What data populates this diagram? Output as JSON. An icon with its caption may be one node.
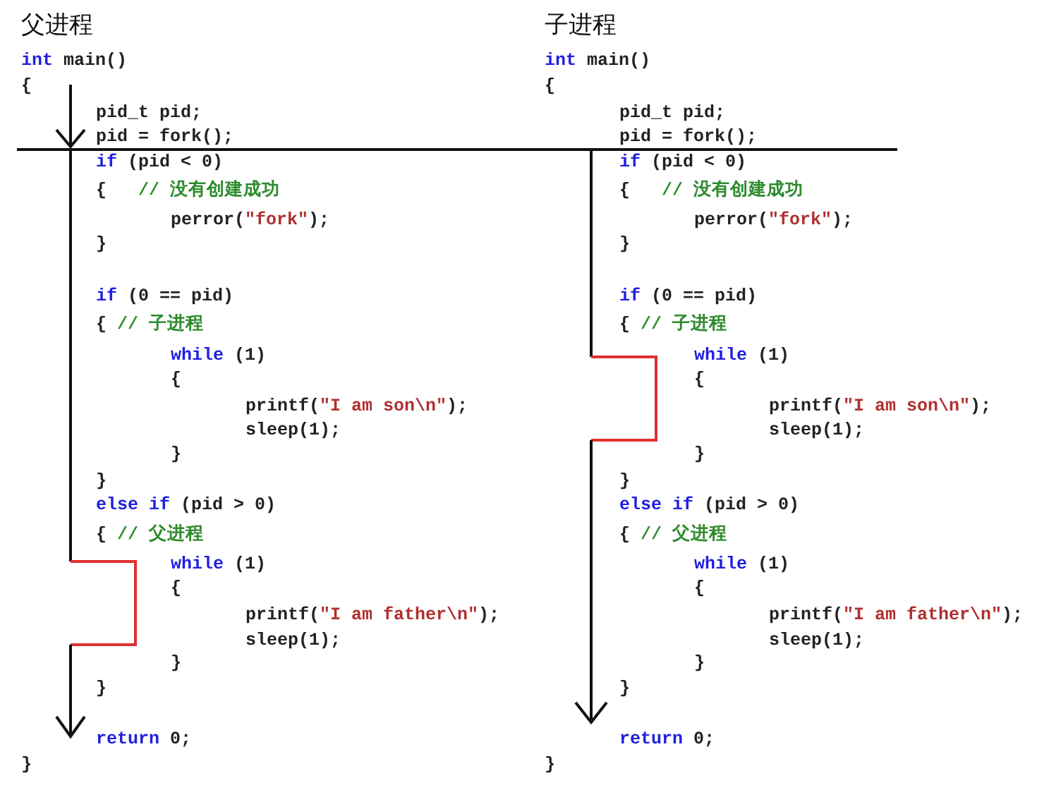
{
  "diagram": {
    "labels": [
      "父进程",
      "int main()",
      "{",
      "pid_t pid;",
      "pid = fork();",
      "if (pid < 0)",
      "{   // 没有创建成功",
      "perror(\"fork\");",
      "}",
      "if (0 == pid)",
      "{ // 子进程",
      "while (1)",
      "{",
      "printf(\"I am son\\n\");",
      "sleep(1);",
      "}",
      "}",
      "else if (pid > 0)",
      "{ // 父进程",
      "while (1)",
      "{",
      "printf(\"I am father\\n\");",
      "sleep(1);",
      "}",
      "}",
      "return 0;",
      "}",
      "子进程",
      "int main()",
      "{",
      "pid_t pid;",
      "pid = fork();",
      "if (pid < 0)",
      "{   // 没有创建成功",
      "perror(\"fork\");",
      "}",
      "if (0 == pid)",
      "{ // 子进程",
      "while (1)",
      "{",
      "printf(\"I am son\\n\");",
      "sleep(1);",
      "}",
      "}",
      "else if (pid > 0)",
      "{ // 父进程",
      "while (1)",
      "{",
      "printf(\"I am father\\n\");",
      "sleep(1);",
      "}",
      "}",
      "return 0;",
      "}"
    ]
  }
}
